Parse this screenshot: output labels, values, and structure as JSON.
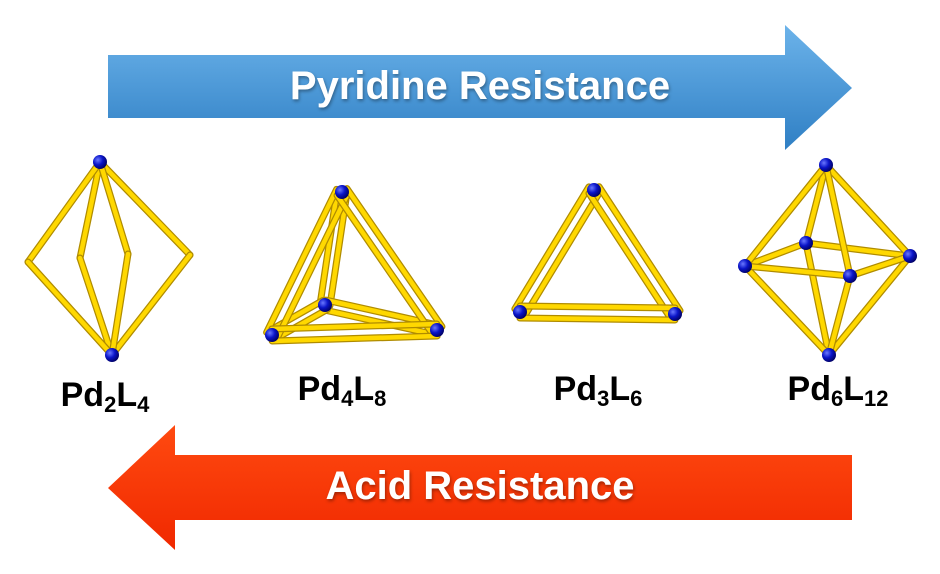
{
  "top_arrow": {
    "label": "Pyridine Resistance",
    "color": "#4a9ad8",
    "direction": "right"
  },
  "bottom_arrow": {
    "label": "Acid Resistance",
    "color": "#ff2e00",
    "direction": "left"
  },
  "structures": [
    {
      "element": "Pd",
      "pd_count": "2",
      "ligand": "L",
      "l_count": "4"
    },
    {
      "element": "Pd",
      "pd_count": "4",
      "ligand": "L",
      "l_count": "8"
    },
    {
      "element": "Pd",
      "pd_count": "3",
      "ligand": "L",
      "l_count": "6"
    },
    {
      "element": "Pd",
      "pd_count": "6",
      "ligand": "L",
      "l_count": "12"
    }
  ],
  "colors": {
    "ligand": "#f5d000",
    "metal": "#0a14c8"
  }
}
